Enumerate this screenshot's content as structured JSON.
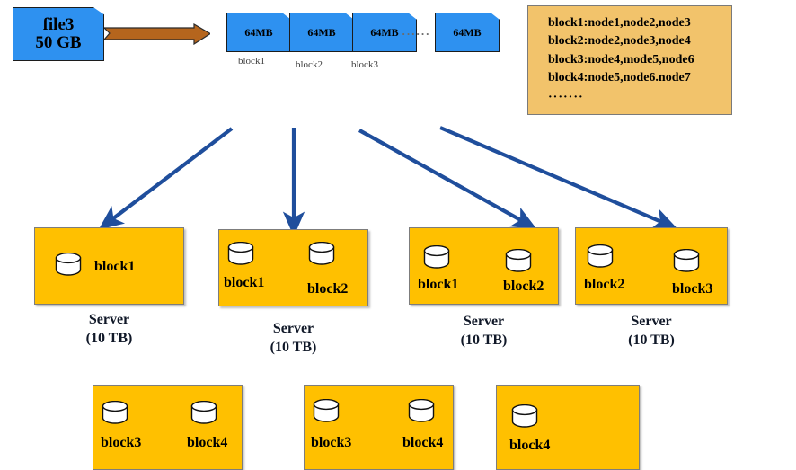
{
  "diagram": {
    "title": "HDFS file block distribution across servers",
    "colors": {
      "file_blue": "#2e91f0",
      "server_orange": "#ffc000",
      "legend_orange": "#f2c36b",
      "arrow_blue": "#1f4e9c",
      "arrow_brown": "#b5651d"
    }
  },
  "source_file": {
    "name": "file3",
    "size": "50 GB"
  },
  "split_arrow": {
    "icon": "right-arrow-icon"
  },
  "chunks": [
    {
      "size": "64MB",
      "label": "block1"
    },
    {
      "size": "64MB",
      "label": "block2"
    },
    {
      "size": "64MB",
      "label": "block3"
    },
    {
      "size": "64MB",
      "label": ""
    }
  ],
  "chunk_ellipsis": "······",
  "block_map": {
    "lines": [
      "block1:node1,node2,node3",
      "block2:node2,node3,node4",
      "block3:node4,mode5,node6",
      "block4:node5,node6.node7"
    ],
    "ellipsis": "·······"
  },
  "servers_row1": [
    {
      "name": "Server",
      "capacity": "(10 TB)",
      "blocks": [
        "block1"
      ]
    },
    {
      "name": "Server",
      "capacity": "(10 TB)",
      "blocks": [
        "block1",
        "block2"
      ]
    },
    {
      "name": "Server",
      "capacity": "(10 TB)",
      "blocks": [
        "block1",
        "block2"
      ]
    },
    {
      "name": "Server",
      "capacity": "(10 TB)",
      "blocks": [
        "block2",
        "block3"
      ]
    }
  ],
  "servers_row2": [
    {
      "blocks": [
        "block3",
        "block4"
      ]
    },
    {
      "blocks": [
        "block3",
        "block4"
      ]
    },
    {
      "blocks": [
        "block4"
      ]
    }
  ]
}
